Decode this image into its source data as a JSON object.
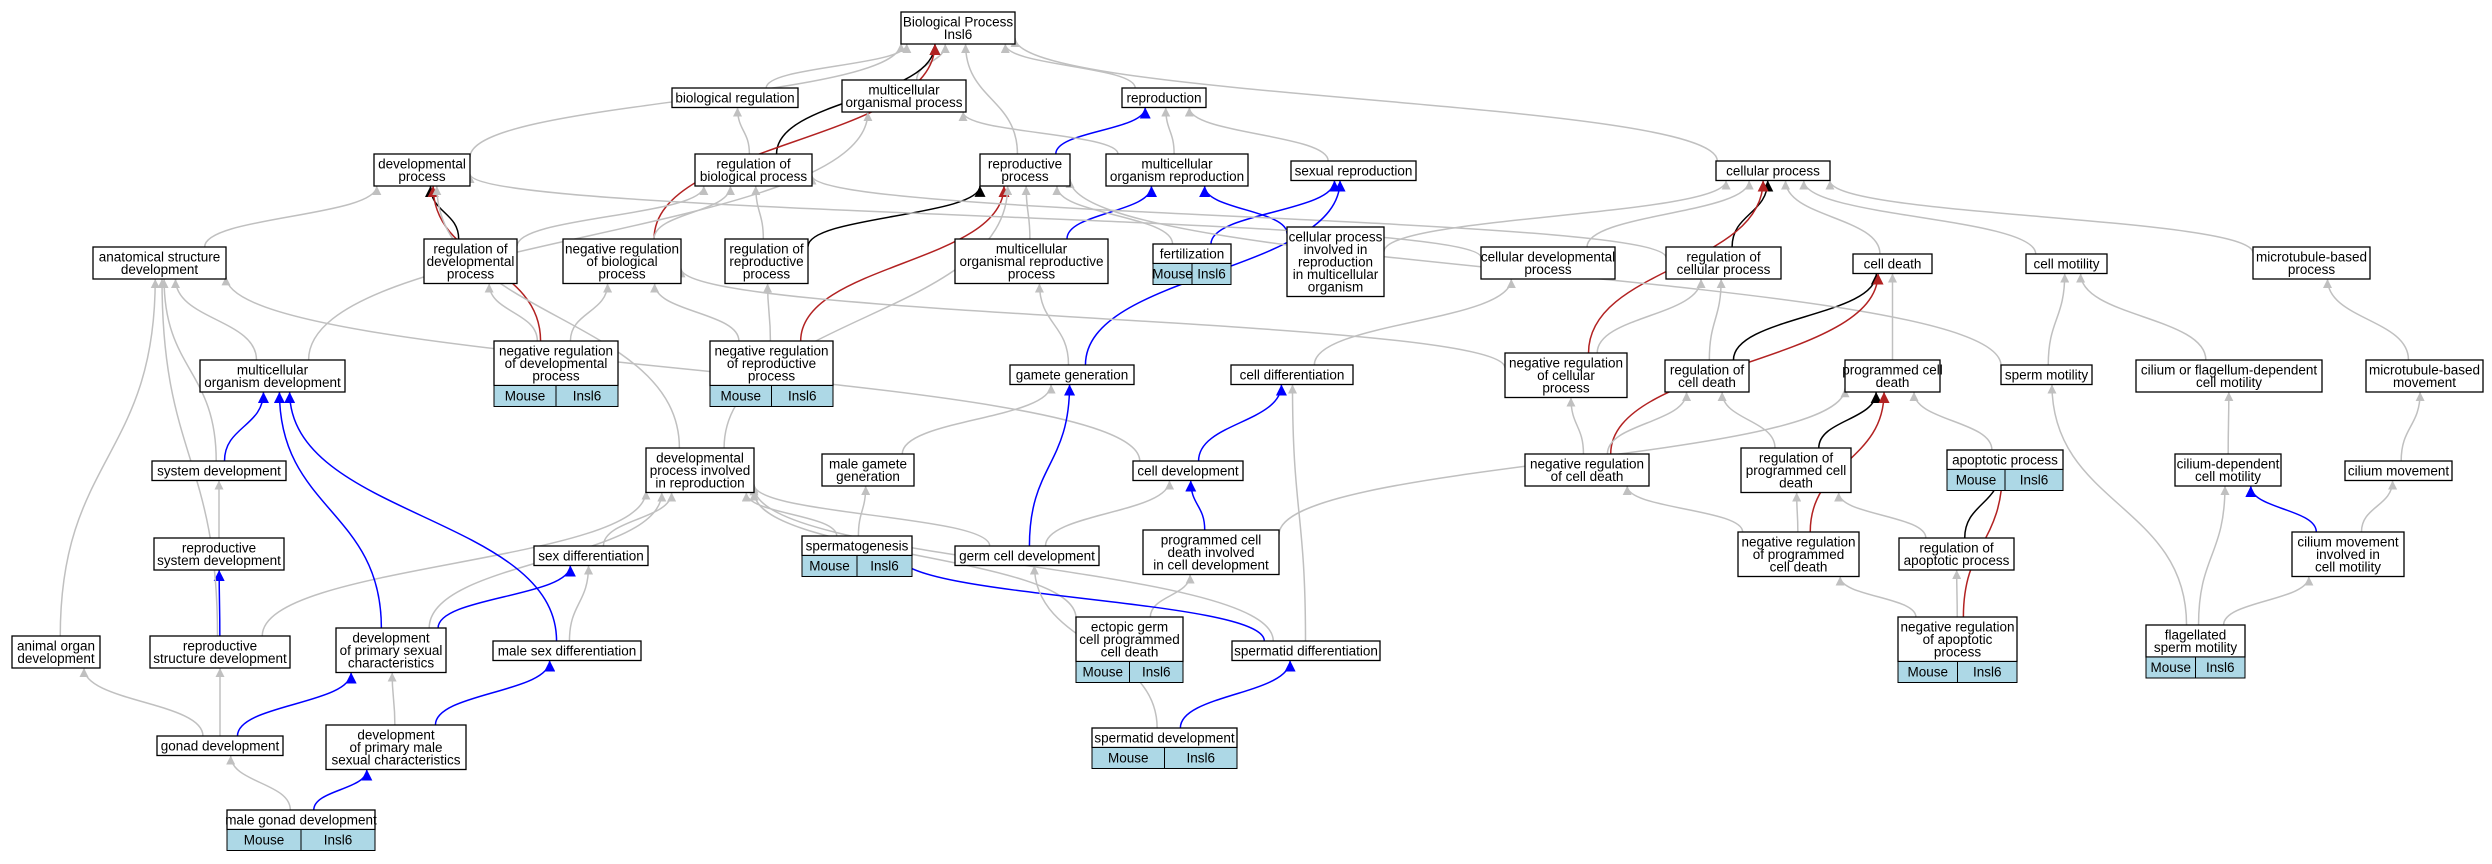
{
  "colors": {
    "is_a": "#c0c0c0",
    "part_of": "#0000ff",
    "regulates": "#000000",
    "negatively_regulates": "#b22222",
    "annotation_fill": "#add8e6"
  },
  "nodes": {
    "bp": [
      "Biological Process",
      "Insl6"
    ],
    "biological_regulation": [
      "biological regulation"
    ],
    "multicellular_organismal_process": [
      "multicellular",
      "organismal process"
    ],
    "reproduction": [
      "reproduction"
    ],
    "developmental_process": [
      "developmental",
      "process"
    ],
    "regulation_of_biological_process": [
      "regulation of",
      "biological process"
    ],
    "reproductive_process": [
      "reproductive",
      "process"
    ],
    "multicellular_organism_reproduction": [
      "multicellular",
      "organism reproduction"
    ],
    "sexual_reproduction": [
      "sexual reproduction"
    ],
    "cellular_process": [
      "cellular process"
    ],
    "anatomical_structure_development": [
      "anatomical structure",
      "development"
    ],
    "regulation_of_developmental_process": [
      "regulation of",
      "developmental",
      "process"
    ],
    "negative_regulation_of_biological_process": [
      "negative regulation",
      "of biological",
      "process"
    ],
    "regulation_of_reproductive_process": [
      "regulation of",
      "reproductive",
      "process"
    ],
    "multicellular_organismal_reproductive_process": [
      "multicellular",
      "organismal reproductive",
      "process"
    ],
    "fertilization": [
      "fertilization"
    ],
    "cellular_process_in_multicellular_organism": [
      "cellular process",
      "involved in",
      "reproduction",
      "in multicellular",
      "organism"
    ],
    "cellular_developmental_process": [
      "cellular developmental",
      "process"
    ],
    "regulation_of_cellular_process": [
      "regulation of",
      "cellular process"
    ],
    "cell_death": [
      "cell death"
    ],
    "cell_motility": [
      "cell motility"
    ],
    "microtubule_based_process": [
      "microtubule-based",
      "process"
    ],
    "multicellular_organism_development": [
      "multicellular",
      "organism development"
    ],
    "negative_regulation_of_developmental_process": [
      "negative regulation",
      "of developmental",
      "process"
    ],
    "negative_regulation_of_reproductive_process": [
      "negative regulation",
      "of reproductive",
      "process"
    ],
    "gamete_generation": [
      "gamete generation"
    ],
    "cell_differentiation": [
      "cell differentiation"
    ],
    "negative_regulation_of_cellular_process": [
      "negative regulation",
      "of cellular",
      "process"
    ],
    "regulation_of_cell_death": [
      "regulation of",
      "cell death"
    ],
    "programmed_cell_death": [
      "programmed cell",
      "death"
    ],
    "sperm_motility": [
      "sperm motility"
    ],
    "cilium_or_flagellum_dependent_cell_motility": [
      "cilium or flagellum-dependent",
      "cell motility"
    ],
    "microtubule_based_movement": [
      "microtubule-based",
      "movement"
    ],
    "system_development": [
      "system development"
    ],
    "developmental_process_involved_in_reproduction": [
      "developmental",
      "process involved",
      "in reproduction"
    ],
    "male_gamete_generation": [
      "male gamete",
      "generation"
    ],
    "cell_development": [
      "cell development"
    ],
    "negative_regulation_of_cell_death": [
      "negative regulation",
      "of cell death"
    ],
    "regulation_of_programmed_cell_death": [
      "regulation of",
      "programmed cell",
      "death"
    ],
    "apoptotic_process": [
      "apoptotic process"
    ],
    "cilium_dependent_cell_motility": [
      "cilium-dependent",
      "cell motility"
    ],
    "cilium_movement": [
      "cilium movement"
    ],
    "reproductive_system_development": [
      "reproductive",
      "system development"
    ],
    "sex_differentiation": [
      "sex differentiation"
    ],
    "spermatogenesis": [
      "spermatogenesis"
    ],
    "germ_cell_development": [
      "germ cell development"
    ],
    "programmed_cell_death_in_cell_development": [
      "programmed cell",
      "death involved",
      "in cell development"
    ],
    "negative_regulation_of_programmed_cell_death": [
      "negative regulation",
      "of programmed",
      "cell death"
    ],
    "regulation_of_apoptotic_process": [
      "regulation of",
      "apoptotic process"
    ],
    "cilium_movement_in_cell_motility": [
      "cilium movement",
      "involved in",
      "cell motility"
    ],
    "animal_organ_development": [
      "animal organ",
      "development"
    ],
    "reproductive_structure_development": [
      "reproductive",
      "structure development"
    ],
    "development_of_primary_sexual_characteristics": [
      "development",
      "of primary sexual",
      "characteristics"
    ],
    "male_sex_differentiation": [
      "male sex differentiation"
    ],
    "ectopic_germ_cell_programmed_cell_death": [
      "ectopic germ",
      "cell programmed",
      "cell death"
    ],
    "spermatid_differentiation": [
      "spermatid differentiation"
    ],
    "negative_regulation_of_apoptotic_process": [
      "negative regulation",
      "of apoptotic",
      "process"
    ],
    "flagellated_sperm_motility": [
      "flagellated",
      "sperm motility"
    ],
    "gonad_development": [
      "gonad development"
    ],
    "development_of_primary_male_sexual_characteristics": [
      "development",
      "of primary male",
      "sexual characteristics"
    ],
    "spermatid_development": [
      "spermatid development"
    ],
    "male_gonad_development": [
      "male gonad development"
    ]
  },
  "annotation": {
    "organism": "Mouse",
    "gene": "Insl6"
  },
  "edges": [
    [
      "biological_regulation",
      "bp",
      "is_a"
    ],
    [
      "multicellular_organismal_process",
      "bp",
      "is_a"
    ],
    [
      "reproduction",
      "bp",
      "is_a"
    ],
    [
      "developmental_process",
      "bp",
      "is_a"
    ],
    [
      "cellular_process",
      "bp",
      "is_a"
    ],
    [
      "reproductive_process",
      "bp",
      "is_a"
    ],
    [
      "regulation_of_biological_process",
      "biological_regulation",
      "is_a"
    ],
    [
      "regulation_of_biological_process",
      "bp",
      "regulates"
    ],
    [
      "negative_regulation_of_biological_process",
      "bp",
      "negatively_regulates"
    ],
    [
      "negative_regulation_of_biological_process",
      "regulation_of_biological_process",
      "is_a"
    ],
    [
      "reproductive_process",
      "reproduction",
      "part_of"
    ],
    [
      "multicellular_organism_reproduction",
      "reproduction",
      "is_a"
    ],
    [
      "multicellular_organism_reproduction",
      "multicellular_organismal_process",
      "is_a"
    ],
    [
      "sexual_reproduction",
      "reproduction",
      "is_a"
    ],
    [
      "anatomical_structure_development",
      "developmental_process",
      "is_a"
    ],
    [
      "regulation_of_developmental_process",
      "developmental_process",
      "regulates"
    ],
    [
      "regulation_of_developmental_process",
      "regulation_of_biological_process",
      "is_a"
    ],
    [
      "negative_regulation_of_developmental_process",
      "developmental_process",
      "negatively_regulates"
    ],
    [
      "negative_regulation_of_developmental_process",
      "regulation_of_developmental_process",
      "is_a"
    ],
    [
      "negative_regulation_of_developmental_process",
      "negative_regulation_of_biological_process",
      "is_a"
    ],
    [
      "regulation_of_reproductive_process",
      "reproductive_process",
      "regulates"
    ],
    [
      "regulation_of_reproductive_process",
      "regulation_of_biological_process",
      "is_a"
    ],
    [
      "negative_regulation_of_reproductive_process",
      "reproductive_process",
      "negatively_regulates"
    ],
    [
      "negative_regulation_of_reproductive_process",
      "regulation_of_reproductive_process",
      "is_a"
    ],
    [
      "negative_regulation_of_reproductive_process",
      "negative_regulation_of_biological_process",
      "is_a"
    ],
    [
      "multicellular_organismal_reproductive_process",
      "reproductive_process",
      "is_a"
    ],
    [
      "multicellular_organismal_reproductive_process",
      "multicellular_organism_reproduction",
      "part_of"
    ],
    [
      "fertilization",
      "reproductive_process",
      "is_a"
    ],
    [
      "fertilization",
      "sexual_reproduction",
      "part_of"
    ],
    [
      "cellular_process_in_multicellular_organism",
      "multicellular_organism_reproduction",
      "part_of"
    ],
    [
      "cellular_process_in_multicellular_organism",
      "cellular_process",
      "is_a"
    ],
    [
      "cellular_developmental_process",
      "cellular_process",
      "is_a"
    ],
    [
      "cellular_developmental_process",
      "developmental_process",
      "is_a"
    ],
    [
      "regulation_of_cellular_process",
      "cellular_process",
      "regulates"
    ],
    [
      "regulation_of_cellular_process",
      "regulation_of_biological_process",
      "is_a"
    ],
    [
      "cell_death",
      "cellular_process",
      "is_a"
    ],
    [
      "cell_motility",
      "cellular_process",
      "is_a"
    ],
    [
      "microtubule_based_process",
      "cellular_process",
      "is_a"
    ],
    [
      "multicellular_organism_development",
      "anatomical_structure_development",
      "is_a"
    ],
    [
      "multicellular_organism_development",
      "multicellular_organismal_process",
      "is_a"
    ],
    [
      "gamete_generation",
      "multicellular_organismal_reproductive_process",
      "is_a"
    ],
    [
      "gamete_generation",
      "sexual_reproduction",
      "part_of"
    ],
    [
      "cell_differentiation",
      "cellular_developmental_process",
      "is_a"
    ],
    [
      "negative_regulation_of_cellular_process",
      "cellular_process",
      "negatively_regulates"
    ],
    [
      "negative_regulation_of_cellular_process",
      "regulation_of_cellular_process",
      "is_a"
    ],
    [
      "negative_regulation_of_cellular_process",
      "negative_regulation_of_biological_process",
      "is_a"
    ],
    [
      "regulation_of_cell_death",
      "cell_death",
      "regulates"
    ],
    [
      "regulation_of_cell_death",
      "regulation_of_cellular_process",
      "is_a"
    ],
    [
      "programmed_cell_death",
      "cell_death",
      "is_a"
    ],
    [
      "sperm_motility",
      "cell_motility",
      "is_a"
    ],
    [
      "sperm_motility",
      "reproductive_process",
      "is_a"
    ],
    [
      "cilium_or_flagellum_dependent_cell_motility",
      "cell_motility",
      "is_a"
    ],
    [
      "microtubule_based_movement",
      "microtubule_based_process",
      "is_a"
    ],
    [
      "system_development",
      "multicellular_organism_development",
      "part_of"
    ],
    [
      "system_development",
      "anatomical_structure_development",
      "is_a"
    ],
    [
      "developmental_process_involved_in_reproduction",
      "developmental_process",
      "is_a"
    ],
    [
      "developmental_process_involved_in_reproduction",
      "reproductive_process",
      "is_a"
    ],
    [
      "male_gamete_generation",
      "gamete_generation",
      "is_a"
    ],
    [
      "cell_development",
      "cell_differentiation",
      "part_of"
    ],
    [
      "cell_development",
      "anatomical_structure_development",
      "is_a"
    ],
    [
      "negative_regulation_of_cell_death",
      "cell_death",
      "negatively_regulates"
    ],
    [
      "negative_regulation_of_cell_death",
      "regulation_of_cell_death",
      "is_a"
    ],
    [
      "negative_regulation_of_cell_death",
      "negative_regulation_of_cellular_process",
      "is_a"
    ],
    [
      "regulation_of_programmed_cell_death",
      "programmed_cell_death",
      "regulates"
    ],
    [
      "regulation_of_programmed_cell_death",
      "regulation_of_cell_death",
      "is_a"
    ],
    [
      "apoptotic_process",
      "programmed_cell_death",
      "is_a"
    ],
    [
      "cilium_dependent_cell_motility",
      "cilium_or_flagellum_dependent_cell_motility",
      "is_a"
    ],
    [
      "cilium_movement",
      "microtubule_based_movement",
      "is_a"
    ],
    [
      "reproductive_system_development",
      "system_development",
      "is_a"
    ],
    [
      "sex_differentiation",
      "developmental_process_involved_in_reproduction",
      "is_a"
    ],
    [
      "spermatogenesis",
      "male_gamete_generation",
      "is_a"
    ],
    [
      "spermatogenesis",
      "developmental_process_involved_in_reproduction",
      "is_a"
    ],
    [
      "germ_cell_development",
      "gamete_generation",
      "part_of"
    ],
    [
      "germ_cell_development",
      "cell_development",
      "is_a"
    ],
    [
      "germ_cell_development",
      "developmental_process_involved_in_reproduction",
      "is_a"
    ],
    [
      "programmed_cell_death_in_cell_development",
      "cell_development",
      "part_of"
    ],
    [
      "programmed_cell_death_in_cell_development",
      "programmed_cell_death",
      "is_a"
    ],
    [
      "negative_regulation_of_programmed_cell_death",
      "programmed_cell_death",
      "negatively_regulates"
    ],
    [
      "negative_regulation_of_programmed_cell_death",
      "regulation_of_programmed_cell_death",
      "is_a"
    ],
    [
      "negative_regulation_of_programmed_cell_death",
      "negative_regulation_of_cell_death",
      "is_a"
    ],
    [
      "regulation_of_apoptotic_process",
      "apoptotic_process",
      "regulates"
    ],
    [
      "regulation_of_apoptotic_process",
      "regulation_of_programmed_cell_death",
      "is_a"
    ],
    [
      "cilium_movement_in_cell_motility",
      "cilium_dependent_cell_motility",
      "part_of"
    ],
    [
      "cilium_movement_in_cell_motility",
      "cilium_movement",
      "is_a"
    ],
    [
      "animal_organ_development",
      "anatomical_structure_development",
      "is_a"
    ],
    [
      "reproductive_structure_development",
      "reproductive_system_development",
      "part_of"
    ],
    [
      "reproductive_structure_development",
      "anatomical_structure_development",
      "is_a"
    ],
    [
      "reproductive_structure_development",
      "developmental_process_involved_in_reproduction",
      "is_a"
    ],
    [
      "development_of_primary_sexual_characteristics",
      "multicellular_organism_development",
      "part_of"
    ],
    [
      "development_of_primary_sexual_characteristics",
      "sex_differentiation",
      "part_of"
    ],
    [
      "development_of_primary_sexual_characteristics",
      "developmental_process_involved_in_reproduction",
      "is_a"
    ],
    [
      "male_sex_differentiation",
      "multicellular_organism_development",
      "part_of"
    ],
    [
      "male_sex_differentiation",
      "sex_differentiation",
      "is_a"
    ],
    [
      "ectopic_germ_cell_programmed_cell_death",
      "programmed_cell_death_in_cell_development",
      "is_a"
    ],
    [
      "ectopic_germ_cell_programmed_cell_death",
      "developmental_process_involved_in_reproduction",
      "is_a"
    ],
    [
      "spermatid_differentiation",
      "spermatogenesis",
      "part_of"
    ],
    [
      "spermatid_differentiation",
      "cell_differentiation",
      "is_a"
    ],
    [
      "spermatid_differentiation",
      "developmental_process_involved_in_reproduction",
      "is_a"
    ],
    [
      "negative_regulation_of_apoptotic_process",
      "apoptotic_process",
      "negatively_regulates"
    ],
    [
      "negative_regulation_of_apoptotic_process",
      "regulation_of_apoptotic_process",
      "is_a"
    ],
    [
      "negative_regulation_of_apoptotic_process",
      "negative_regulation_of_programmed_cell_death",
      "is_a"
    ],
    [
      "flagellated_sperm_motility",
      "cilium_dependent_cell_motility",
      "is_a"
    ],
    [
      "flagellated_sperm_motility",
      "sperm_motility",
      "is_a"
    ],
    [
      "flagellated_sperm_motility",
      "cilium_movement_in_cell_motility",
      "is_a"
    ],
    [
      "gonad_development",
      "animal_organ_development",
      "is_a"
    ],
    [
      "gonad_development",
      "reproductive_structure_development",
      "is_a"
    ],
    [
      "gonad_development",
      "development_of_primary_sexual_characteristics",
      "part_of"
    ],
    [
      "development_of_primary_male_sexual_characteristics",
      "development_of_primary_sexual_characteristics",
      "is_a"
    ],
    [
      "development_of_primary_male_sexual_characteristics",
      "male_sex_differentiation",
      "part_of"
    ],
    [
      "spermatid_development",
      "spermatid_differentiation",
      "part_of"
    ],
    [
      "spermatid_development",
      "germ_cell_development",
      "is_a"
    ],
    [
      "male_gonad_development",
      "gonad_development",
      "is_a"
    ],
    [
      "male_gonad_development",
      "development_of_primary_male_sexual_characteristics",
      "part_of"
    ]
  ]
}
